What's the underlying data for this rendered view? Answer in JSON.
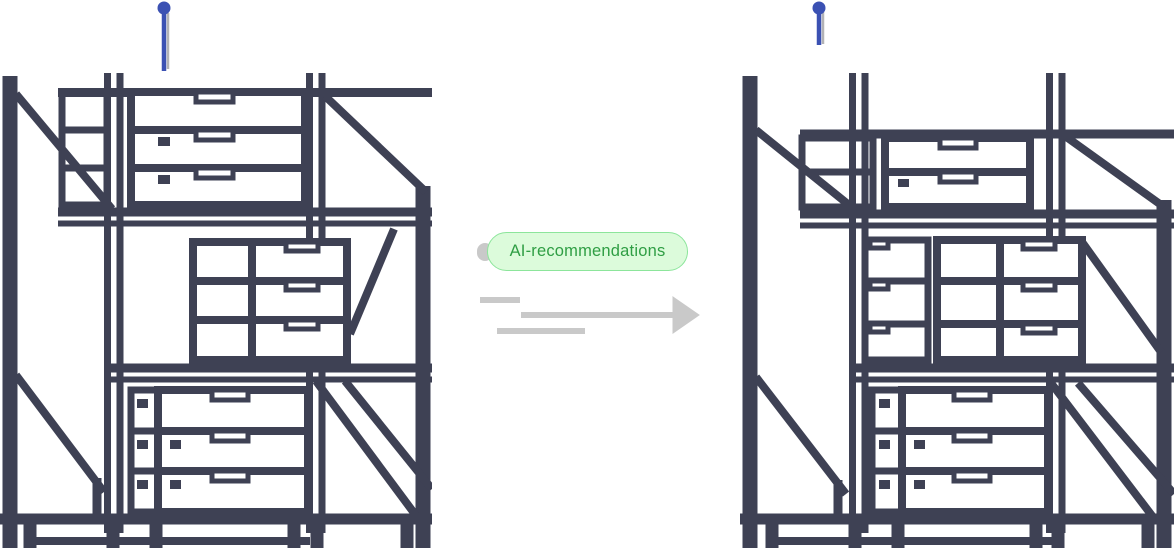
{
  "diagram": {
    "title_visible_text_only": "AI-recommendations",
    "center": {
      "label": "AI-recommendations",
      "arrow_icon": "arrow-right-motion-icon"
    },
    "before": {
      "icon": "warehouse-rack-full-illustration",
      "pin_icon": "location-pin-icon"
    },
    "after": {
      "icon": "warehouse-rack-optimized-illustration",
      "pin_icon": "location-pin-icon"
    },
    "colors": {
      "background": "#ffffff",
      "rack_line": "#3e4154",
      "pin_blue": "#3b51b3",
      "pill_background": "#dcfbdb",
      "pill_border": "#8ce59b",
      "pill_text": "#2f9e44",
      "arrow_gray": "#c9c9c9"
    }
  }
}
